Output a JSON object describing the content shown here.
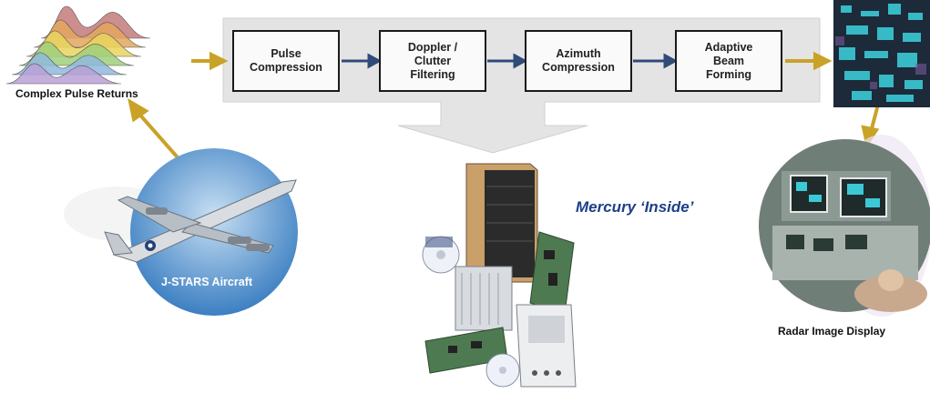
{
  "inputs": {
    "label": "Complex Pulse Returns"
  },
  "pipeline": {
    "stages": [
      {
        "label": "Pulse\nCompression"
      },
      {
        "label": "Doppler /\nClutter\nFiltering"
      },
      {
        "label": "Azimuth\nCompression"
      },
      {
        "label": "Adaptive\nBeam\nForming"
      }
    ]
  },
  "aircraft": {
    "label": "J-STARS Aircraft"
  },
  "hardware": {
    "caption": "Mercury ‘Inside’"
  },
  "display": {
    "label": "Radar Image Display"
  },
  "colors": {
    "flow_arrow": "#2f4b78",
    "gold_arrow": "#c9a227",
    "panel": "#e6e6e6",
    "caption": "#1f3f8a",
    "circle_sky": "#6fa6d8"
  },
  "icons": [
    "waveform-stack",
    "radar-image",
    "aircraft-photo",
    "computer-hardware",
    "radar-console-photo"
  ]
}
